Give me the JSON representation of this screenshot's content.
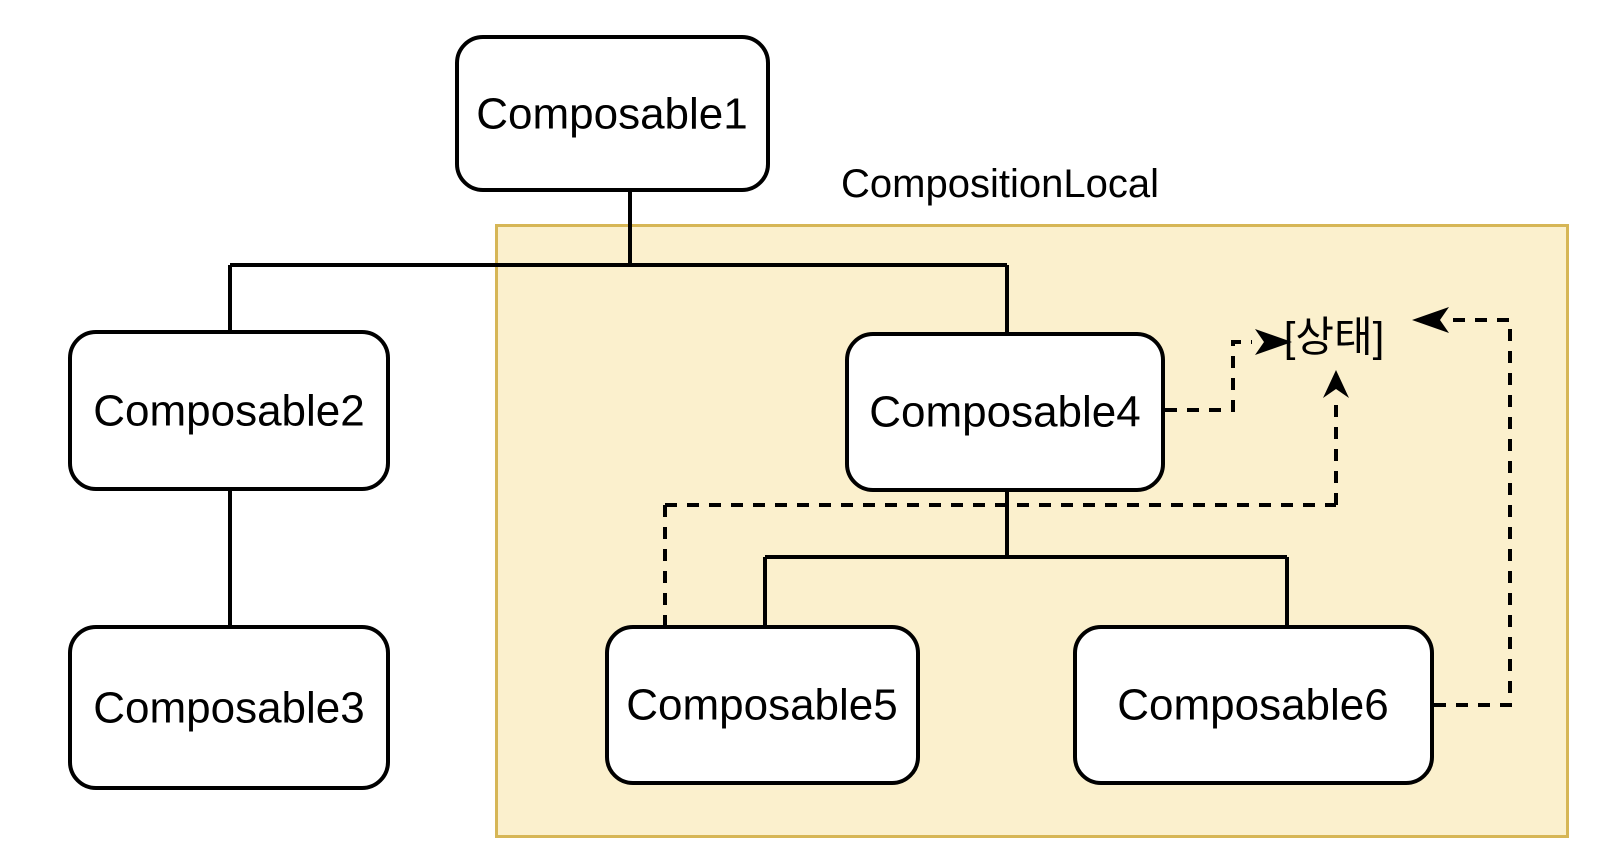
{
  "diagram": {
    "title": "CompositionLocal composable tree",
    "background_color": "#ffffff",
    "scope": {
      "label": "CompositionLocal",
      "fill_color": "#FBF0CD",
      "border_color": "#D6B656"
    },
    "nodes": [
      {
        "id": "c1",
        "label": "Composable1"
      },
      {
        "id": "c2",
        "label": "Composable2"
      },
      {
        "id": "c3",
        "label": "Composable3"
      },
      {
        "id": "c4",
        "label": "Composable4"
      },
      {
        "id": "c5",
        "label": "Composable5"
      },
      {
        "id": "c6",
        "label": "Composable6"
      }
    ],
    "state": {
      "label": "[상태]"
    },
    "edges": [
      {
        "from": "c1",
        "to": "c2",
        "style": "solid"
      },
      {
        "from": "c1",
        "to": "c4",
        "style": "solid"
      },
      {
        "from": "c2",
        "to": "c3",
        "style": "solid"
      },
      {
        "from": "c4",
        "to": "c5",
        "style": "solid"
      },
      {
        "from": "c4",
        "to": "c6",
        "style": "solid"
      },
      {
        "from": "c4",
        "to": "state",
        "style": "dashed",
        "arrow": true
      },
      {
        "from": "state",
        "to": "c5",
        "style": "dashed",
        "arrow": false
      },
      {
        "from": "c6",
        "to": "state",
        "style": "dashed",
        "arrow": true
      }
    ]
  }
}
